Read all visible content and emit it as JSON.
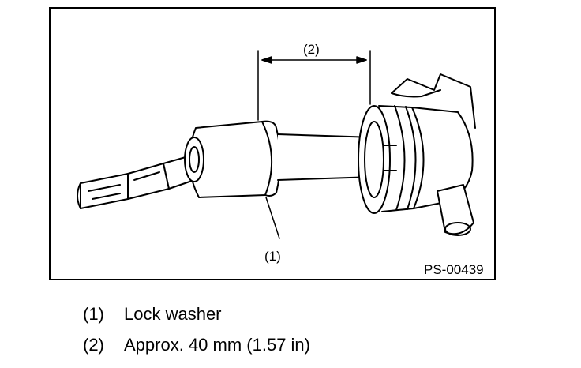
{
  "figure": {
    "code": "PS-00439",
    "callouts": {
      "c1": "(1)",
      "c2": "(2)"
    }
  },
  "legend": [
    {
      "num": "(1)",
      "text": "Lock washer"
    },
    {
      "num": "(2)",
      "text": "Approx. 40 mm (1.57 in)"
    }
  ]
}
